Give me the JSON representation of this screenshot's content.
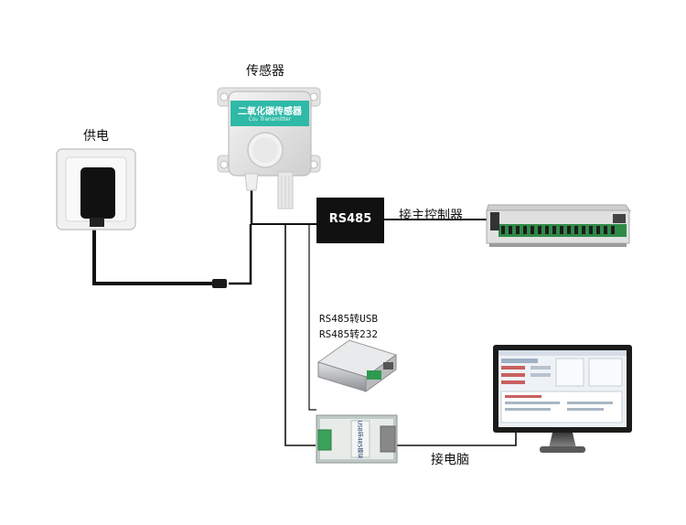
{
  "labels": {
    "sensor": "传感器",
    "power": "供电",
    "rs485": "RS485",
    "controller": "接主控制器",
    "converter_line1": "RS485转USB",
    "converter_line2": "RS485转232",
    "computer": "接电脑"
  },
  "sensor_device": {
    "name_plate": "二氧化碳传感器",
    "sub_plate": "Co₂ Transmitter"
  },
  "usb_module": {
    "text": "USB转485模块"
  },
  "colors": {
    "wire": "#111111",
    "rs485_box": "#111111",
    "sensor_plate": "#2fb9a7",
    "terminal_green": "#3aa35a"
  }
}
